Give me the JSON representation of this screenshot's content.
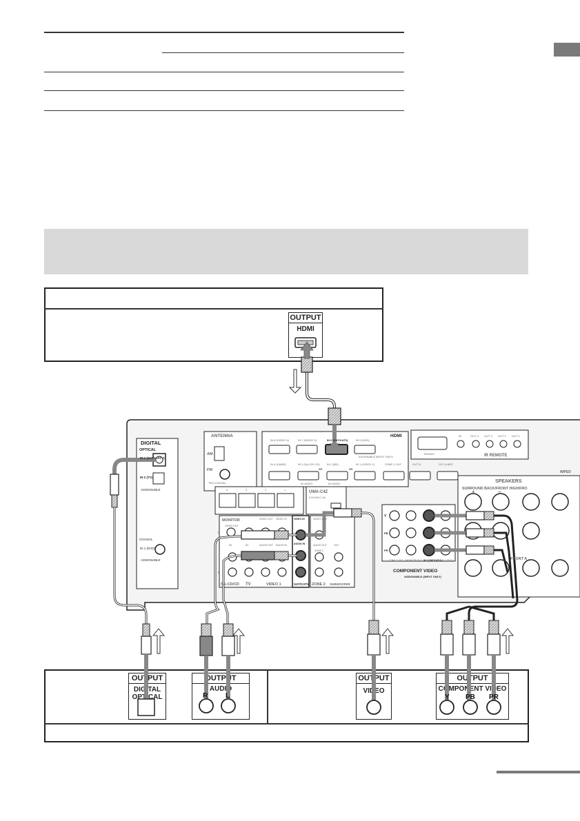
{
  "top_box": {
    "output_label": "OUTPUT",
    "hdmi_label": "HDMI"
  },
  "receiver": {
    "digital_header": "DIGITAL",
    "optical_label": "OPTICAL",
    "optical_in1": "IN 1 (SAT/ CATV)",
    "optical_in2": "IN 2 (TV)",
    "assignable_1": "ASSIGNABLE",
    "coaxial_label": "COAXIAL",
    "coaxial_in1": "IN 1 (DVD)",
    "assignable_2": "ASSIGNABLE",
    "antenna_label": "ANTENNA",
    "am_label": "AM",
    "fm_label": "FM",
    "fm_sub": "75Ω COAXIAL",
    "hdmi_header": "HDMI",
    "hdmi_in6": "IN 6 (SAT/CATV)",
    "hdmi_in8": "IN 8 (VIDEO 4)",
    "hdmi_in7": "IN 7 (VIDEO 3)",
    "hdmi_in5": "IN 5 (DVD)",
    "hdmi_in4": "IN 4 (GAME)",
    "hdmi_in3": "IN 3 (SA-CD/ CD)",
    "hdmi_in2": "IN 2 (BD)",
    "hdmi_in1": "IN 1 (VIDEO 1)",
    "zone2_out": "ZONE 2 OUT",
    "out_b": "OUT B",
    "out_a": "OUT A ARC",
    "assignable_input": "ASSIGNABLE (INPUT ONLY)",
    "for_audio_1": "for AUDIO",
    "for_audio_2": "for AUDIO",
    "badge_4k_1": "4K",
    "badge_4k_2": "4K",
    "rs232c": "RS232C",
    "ir_remote": "IR REMOTE",
    "ir_in": "IN",
    "ir_out4": "OUT 4",
    "ir_out3": "OUT 3",
    "ir_out2": "OUT 2",
    "ir_out1": "OUT 1",
    "uwa_label": "UWA-C4Z",
    "uwa_sub": "5.0V   MAX 1.0A",
    "monitor_label": "MONITOR",
    "video_out": "VIDEO OUT",
    "video1_out": "VIDEO OUT",
    "video1_in": "VIDEO IN",
    "video_in_satcatv": "VIDEO IN",
    "audio_in_satcatv": "AUDIO IN",
    "video_out_2": "VIDEO OUT",
    "audio_out": "AUDIO OUT",
    "audio_in": "AUDIO IN",
    "audio_out_zone2": "AUDIO OUT",
    "zone2_sub": "ZONE 2",
    "out_sub": "OUT",
    "sacd_label": "SA-CD/CD",
    "tv_label": "TV",
    "video1_label": "VIDEO 1",
    "satcatv_label": "SAT/CATV",
    "zone2_label": "ZONE 2",
    "subwoofer_label": "SUBWOOFER",
    "in_label": "IN",
    "in_label_2": "IN",
    "comp_y": "Y",
    "comp_pb": "PB",
    "comp_pr": "PR",
    "comp_zone2": "ZONE 2 OUT",
    "comp_monitor": "MONITOR OUT",
    "comp_in2": "IN 2 (SAT/CATV)",
    "comp_in1": "IN 1 (DVD)",
    "component_video_label": "COMPONENT VIDEO",
    "assignable_input_only": "ASSIGNABLE (INPUT ONLY)",
    "speakers_label": "SPEAKERS",
    "surround_back": "SURROUND BACK/FRONT HIGH/FRO",
    "front_a": "FRONT A",
    "imped": "IMPED",
    "plus": "+",
    "minus": "−",
    "r_label": "R",
    "l_label": "L",
    "lan_nums": [
      "4",
      "3",
      "2",
      "1"
    ]
  },
  "bottom_box": {
    "optical_output": "OUTPUT",
    "optical_sub": "DIGITAL OPTICAL",
    "audio_output": "OUTPUT",
    "audio_sub": "AUDIO",
    "audio_r": "R",
    "audio_l": "L",
    "video_output": "OUTPUT",
    "video_sub": "VIDEO",
    "comp_output": "OUTPUT",
    "comp_sub": "COMPONENT VIDEO",
    "comp_y": "Y",
    "comp_pb": "PB",
    "comp_pr": "PR"
  }
}
